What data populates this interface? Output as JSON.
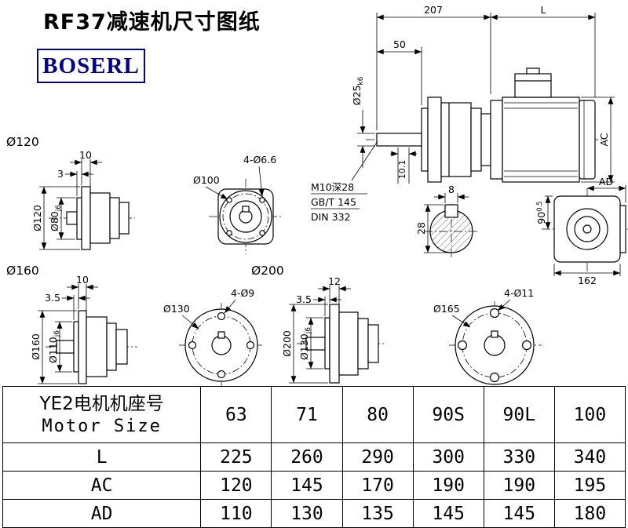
{
  "page": {
    "title": "RF37减速机尺寸图纸",
    "logo": "BOSERL"
  },
  "main_view": {
    "dim_length_gear": "207",
    "dim_length_motor": "L",
    "dim_shaft_len": "50",
    "shaft_dia": "Ø25",
    "shaft_fit": "k6",
    "dim_step": "10.1",
    "note_tap": "M10深28",
    "note_std1": "GB/T 145",
    "note_std2": "DIN 332",
    "dim_motor_dia": "AC"
  },
  "flange120_side": {
    "label": "Ø120",
    "dim_thickness": "10",
    "dim_spigot_len": "3",
    "dia_outer": "Ø120",
    "dia_spigot": "Ø80",
    "spigot_fit": "j6"
  },
  "flange120_front": {
    "holes": "4-Ø6.6",
    "bolt_circle": "Ø100"
  },
  "shaft_section": {
    "key_width": "8",
    "key_height": "28"
  },
  "side_view": {
    "dim_ad": "AD",
    "dim_height": "90",
    "dim_height_tol": "0.5",
    "dim_width": "162"
  },
  "flange160_side": {
    "label": "Ø160",
    "dim_thickness": "10",
    "dim_spigot_len": "3.5",
    "dia_outer": "Ø160",
    "dia_spigot": "Ø110",
    "spigot_fit": "j6"
  },
  "flange160_front": {
    "holes": "4-Ø9",
    "bolt_circle": "Ø130"
  },
  "flange200_side": {
    "label": "Ø200",
    "dim_thickness": "12",
    "dim_spigot_len": "3.5",
    "dia_outer": "Ø200",
    "dia_spigot": "Ø130",
    "spigot_fit": "j6"
  },
  "flange200_front": {
    "holes": "4-Ø11",
    "bolt_circle": "Ø165"
  },
  "table": {
    "header_cn": "YE2电机机座号",
    "header_en": "Motor Size",
    "sizes": [
      "63",
      "71",
      "80",
      "90S",
      "90L",
      "100"
    ],
    "rows": [
      {
        "label": "L",
        "values": [
          "225",
          "260",
          "290",
          "300",
          "330",
          "340"
        ]
      },
      {
        "label": "AC",
        "values": [
          "120",
          "145",
          "170",
          "190",
          "190",
          "195"
        ]
      },
      {
        "label": "AD",
        "values": [
          "110",
          "130",
          "135",
          "145",
          "145",
          "180"
        ]
      }
    ]
  }
}
